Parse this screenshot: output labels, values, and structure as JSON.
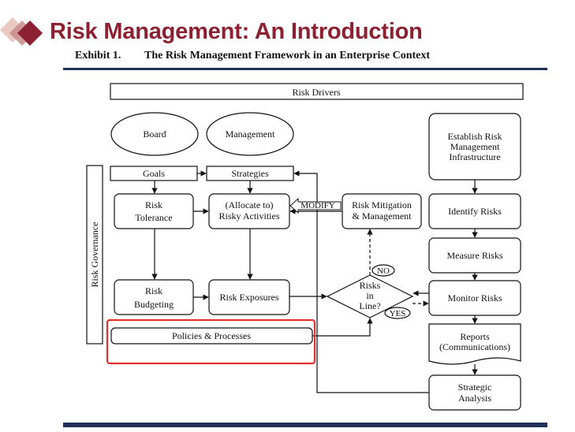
{
  "slide": {
    "title": "Risk Management: An Introduction",
    "exhibit_number": "Exhibit 1.",
    "exhibit_title": "The Risk Management Framework in an Enterprise Context"
  },
  "diagram": {
    "risk_drivers": "Risk Drivers",
    "board": "Board",
    "management": "Management",
    "goals": "Goals",
    "strategies": "Strategies",
    "risk_tolerance_1": "Risk",
    "risk_tolerance_2": "Tolerance",
    "allocate_1": "(Allocate to)",
    "allocate_2": "Risky Activities",
    "modify": "MODIFY",
    "mitigation_1": "Risk Mitigation",
    "mitigation_2": "& Management",
    "infra_1": "Establish Risk",
    "infra_2": "Management",
    "infra_3": "Infrastructure",
    "identify": "Identify Risks",
    "measure": "Measure Risks",
    "monitor": "Monitor Risks",
    "reports_1": "Reports",
    "reports_2": "(Communications)",
    "strategic_1": "Strategic",
    "strategic_2": "Analysis",
    "budgeting_1": "Risk",
    "budgeting_2": "Budgeting",
    "exposures": "Risk Exposures",
    "inline_1": "Risks",
    "inline_2": "in",
    "inline_3": "Line?",
    "no": "NO",
    "yes": "YES",
    "policies": "Policies & Processes",
    "governance": "Risk Governance",
    "highlight_color": "#e0332f"
  }
}
